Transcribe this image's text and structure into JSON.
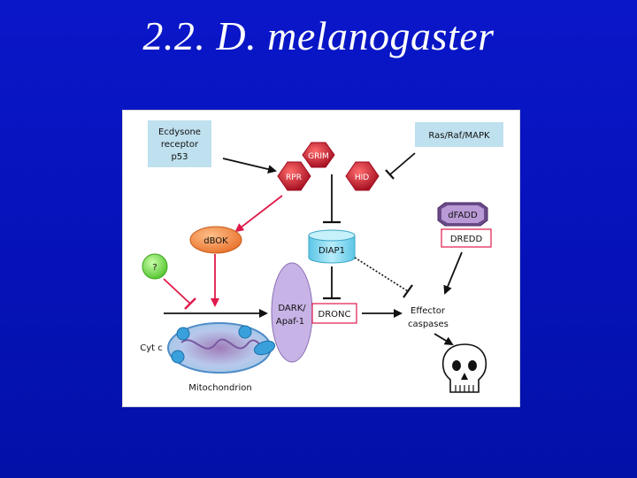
{
  "slide": {
    "title": "2.2. D. melanogaster"
  },
  "diagram": {
    "inputs": {
      "nuclear_box": [
        "Ecdysone",
        "receptor",
        "p53"
      ],
      "mapk": "Ras/Raf/MAPK"
    },
    "nodes": {
      "grim": "GRIM",
      "rpr": "RPR",
      "hid": "HID",
      "dbok": "dBOK",
      "diap1": "DIAP1",
      "dfadd": "dFADD",
      "dredd": "DREDD",
      "unknown": "?",
      "dark": [
        "DARK/",
        "Apaf-1"
      ],
      "dronc": "DRONC",
      "effector": [
        "Effector",
        "caspases"
      ],
      "cyt_c": "Cyt c",
      "mitochondrion": "Mitochondrion"
    },
    "colors": {
      "activation_arrow": "#e0194a",
      "input_box": "#bfe0ee",
      "red_node": "#c8102e",
      "dbok_fill": "#f08a3c",
      "green_node": "#7fe35a",
      "dark_fill": "#c8b3e6",
      "diap1_fill": "#7dd6ef",
      "background": "#0612b8"
    }
  }
}
